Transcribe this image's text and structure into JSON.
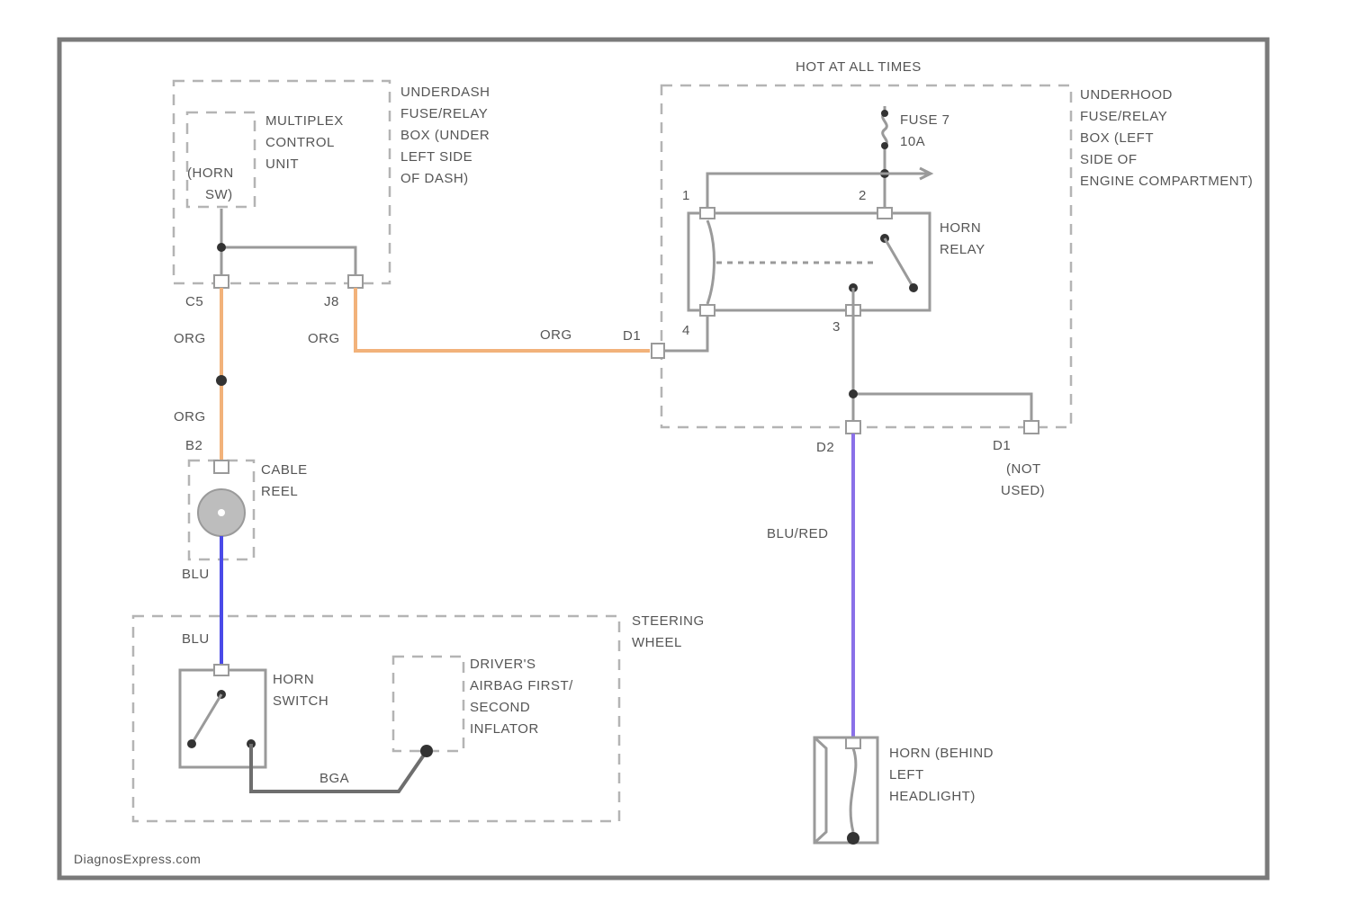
{
  "watermark": "DiagnosExpress.com",
  "hot_label": "HOT AT ALL TIMES",
  "components": {
    "underdash_box": [
      "UNDERDASH",
      "FUSE/RELAY",
      "BOX (UNDER",
      "LEFT SIDE",
      "OF DASH)"
    ],
    "mcu": [
      "MULTIPLEX",
      "CONTROL",
      "UNIT"
    ],
    "horn_sw_input": [
      "(HORN",
      "SW)"
    ],
    "underhood_box": [
      "UNDERHOOD",
      "FUSE/RELAY",
      "BOX (LEFT",
      "SIDE OF",
      "ENGINE COMPARTMENT)"
    ],
    "fuse": [
      "FUSE 7",
      "10A"
    ],
    "horn_relay": [
      "HORN",
      "RELAY"
    ],
    "cable_reel": [
      "CABLE",
      "REEL"
    ],
    "steering_wheel": [
      "STEERING",
      "WHEEL"
    ],
    "horn_switch": [
      "HORN",
      "SWITCH"
    ],
    "airbag": [
      "DRIVER'S",
      "AIRBAG FIRST/",
      "SECOND",
      "INFLATOR"
    ],
    "horn": [
      "HORN (BEHIND",
      "LEFT",
      "HEADLIGHT)"
    ],
    "not_used": [
      "(NOT",
      "USED)"
    ]
  },
  "connectors": {
    "c5": "C5",
    "j8": "J8",
    "b2": "B2",
    "d1": "D1",
    "d2": "D2",
    "d1_right": "D1",
    "pin1": "1",
    "pin2": "2",
    "pin3": "3",
    "pin4": "4"
  },
  "wires": {
    "org_1": "ORG",
    "org_2": "ORG",
    "org_3": "ORG",
    "org_4": "ORG",
    "blu_1": "BLU",
    "blu_2": "BLU",
    "blured": "BLU/RED",
    "bgr": "BGA"
  }
}
